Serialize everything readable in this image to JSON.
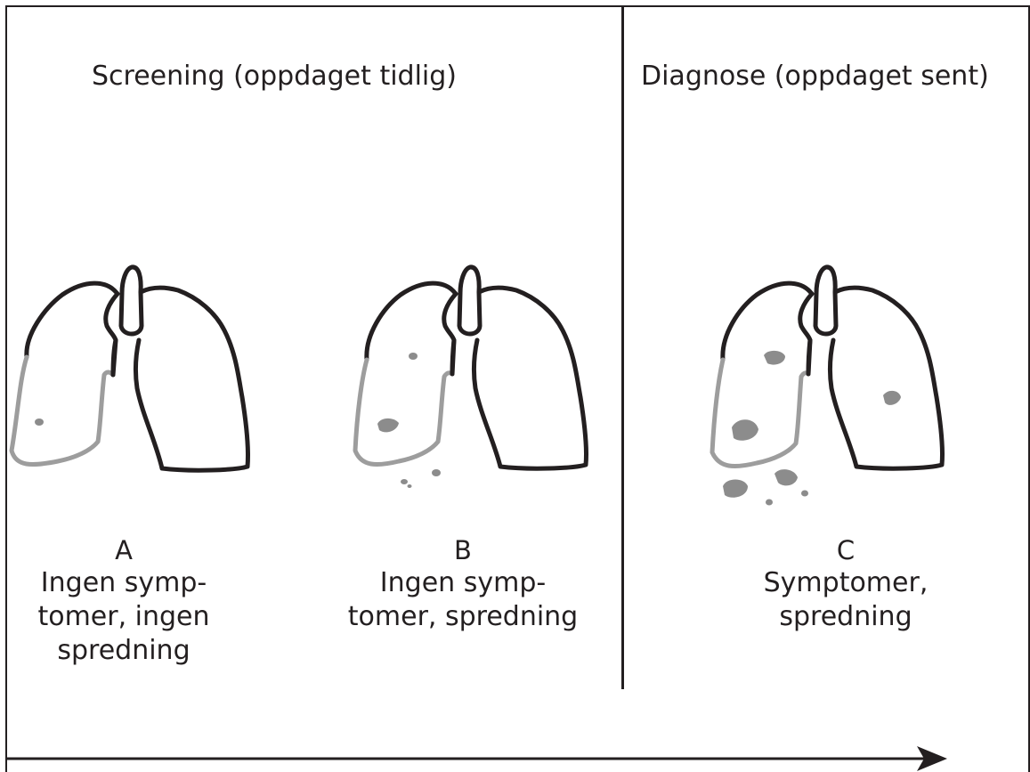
{
  "headings": {
    "screening": "Screening (oppdaget tidlig)",
    "diagnose": "Diagnose (oppdaget sent)"
  },
  "stages": [
    {
      "letter": "A",
      "description": "Ingen symp-\ntomer, ingen\nspredning"
    },
    {
      "letter": "B",
      "description": "Ingen symp-\ntomer, spredning"
    },
    {
      "letter": "C",
      "description": "Symptomer,\nspredning"
    }
  ],
  "colors": {
    "outline": "#231f20",
    "affected_lung": "#9d9d9d",
    "tumor": "#8c8c8c"
  }
}
